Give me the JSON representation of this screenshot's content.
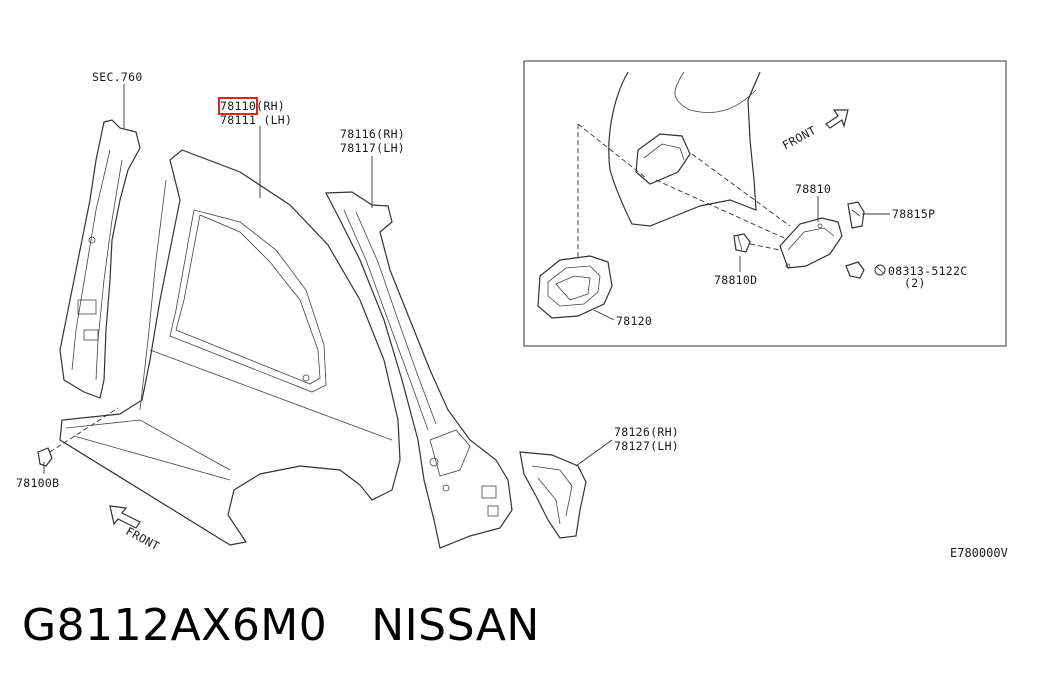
{
  "labels": {
    "sec760": "SEC.760",
    "p78110_num": "78110",
    "p78110_side": "(RH)",
    "p78111": "78111 (LH)",
    "p78116": "78116(RH)",
    "p78117": "78117(LH)",
    "p78100b": "78100B",
    "front_main": "FRONT",
    "p78126": "78126(RH)",
    "p78127": "78127(LH)",
    "front_inset": "FRONT",
    "p78810": "78810",
    "p78815p": "78815P",
    "p78810d": "78810D",
    "p08313_num": "08313-5122C",
    "p08313_qty": "(2)",
    "p78120": "78120"
  },
  "figure_code": "E780000V",
  "footer": {
    "part_number": "G8112AX6M0",
    "brand": "NISSAN"
  },
  "highlight_color": "#e0241b"
}
